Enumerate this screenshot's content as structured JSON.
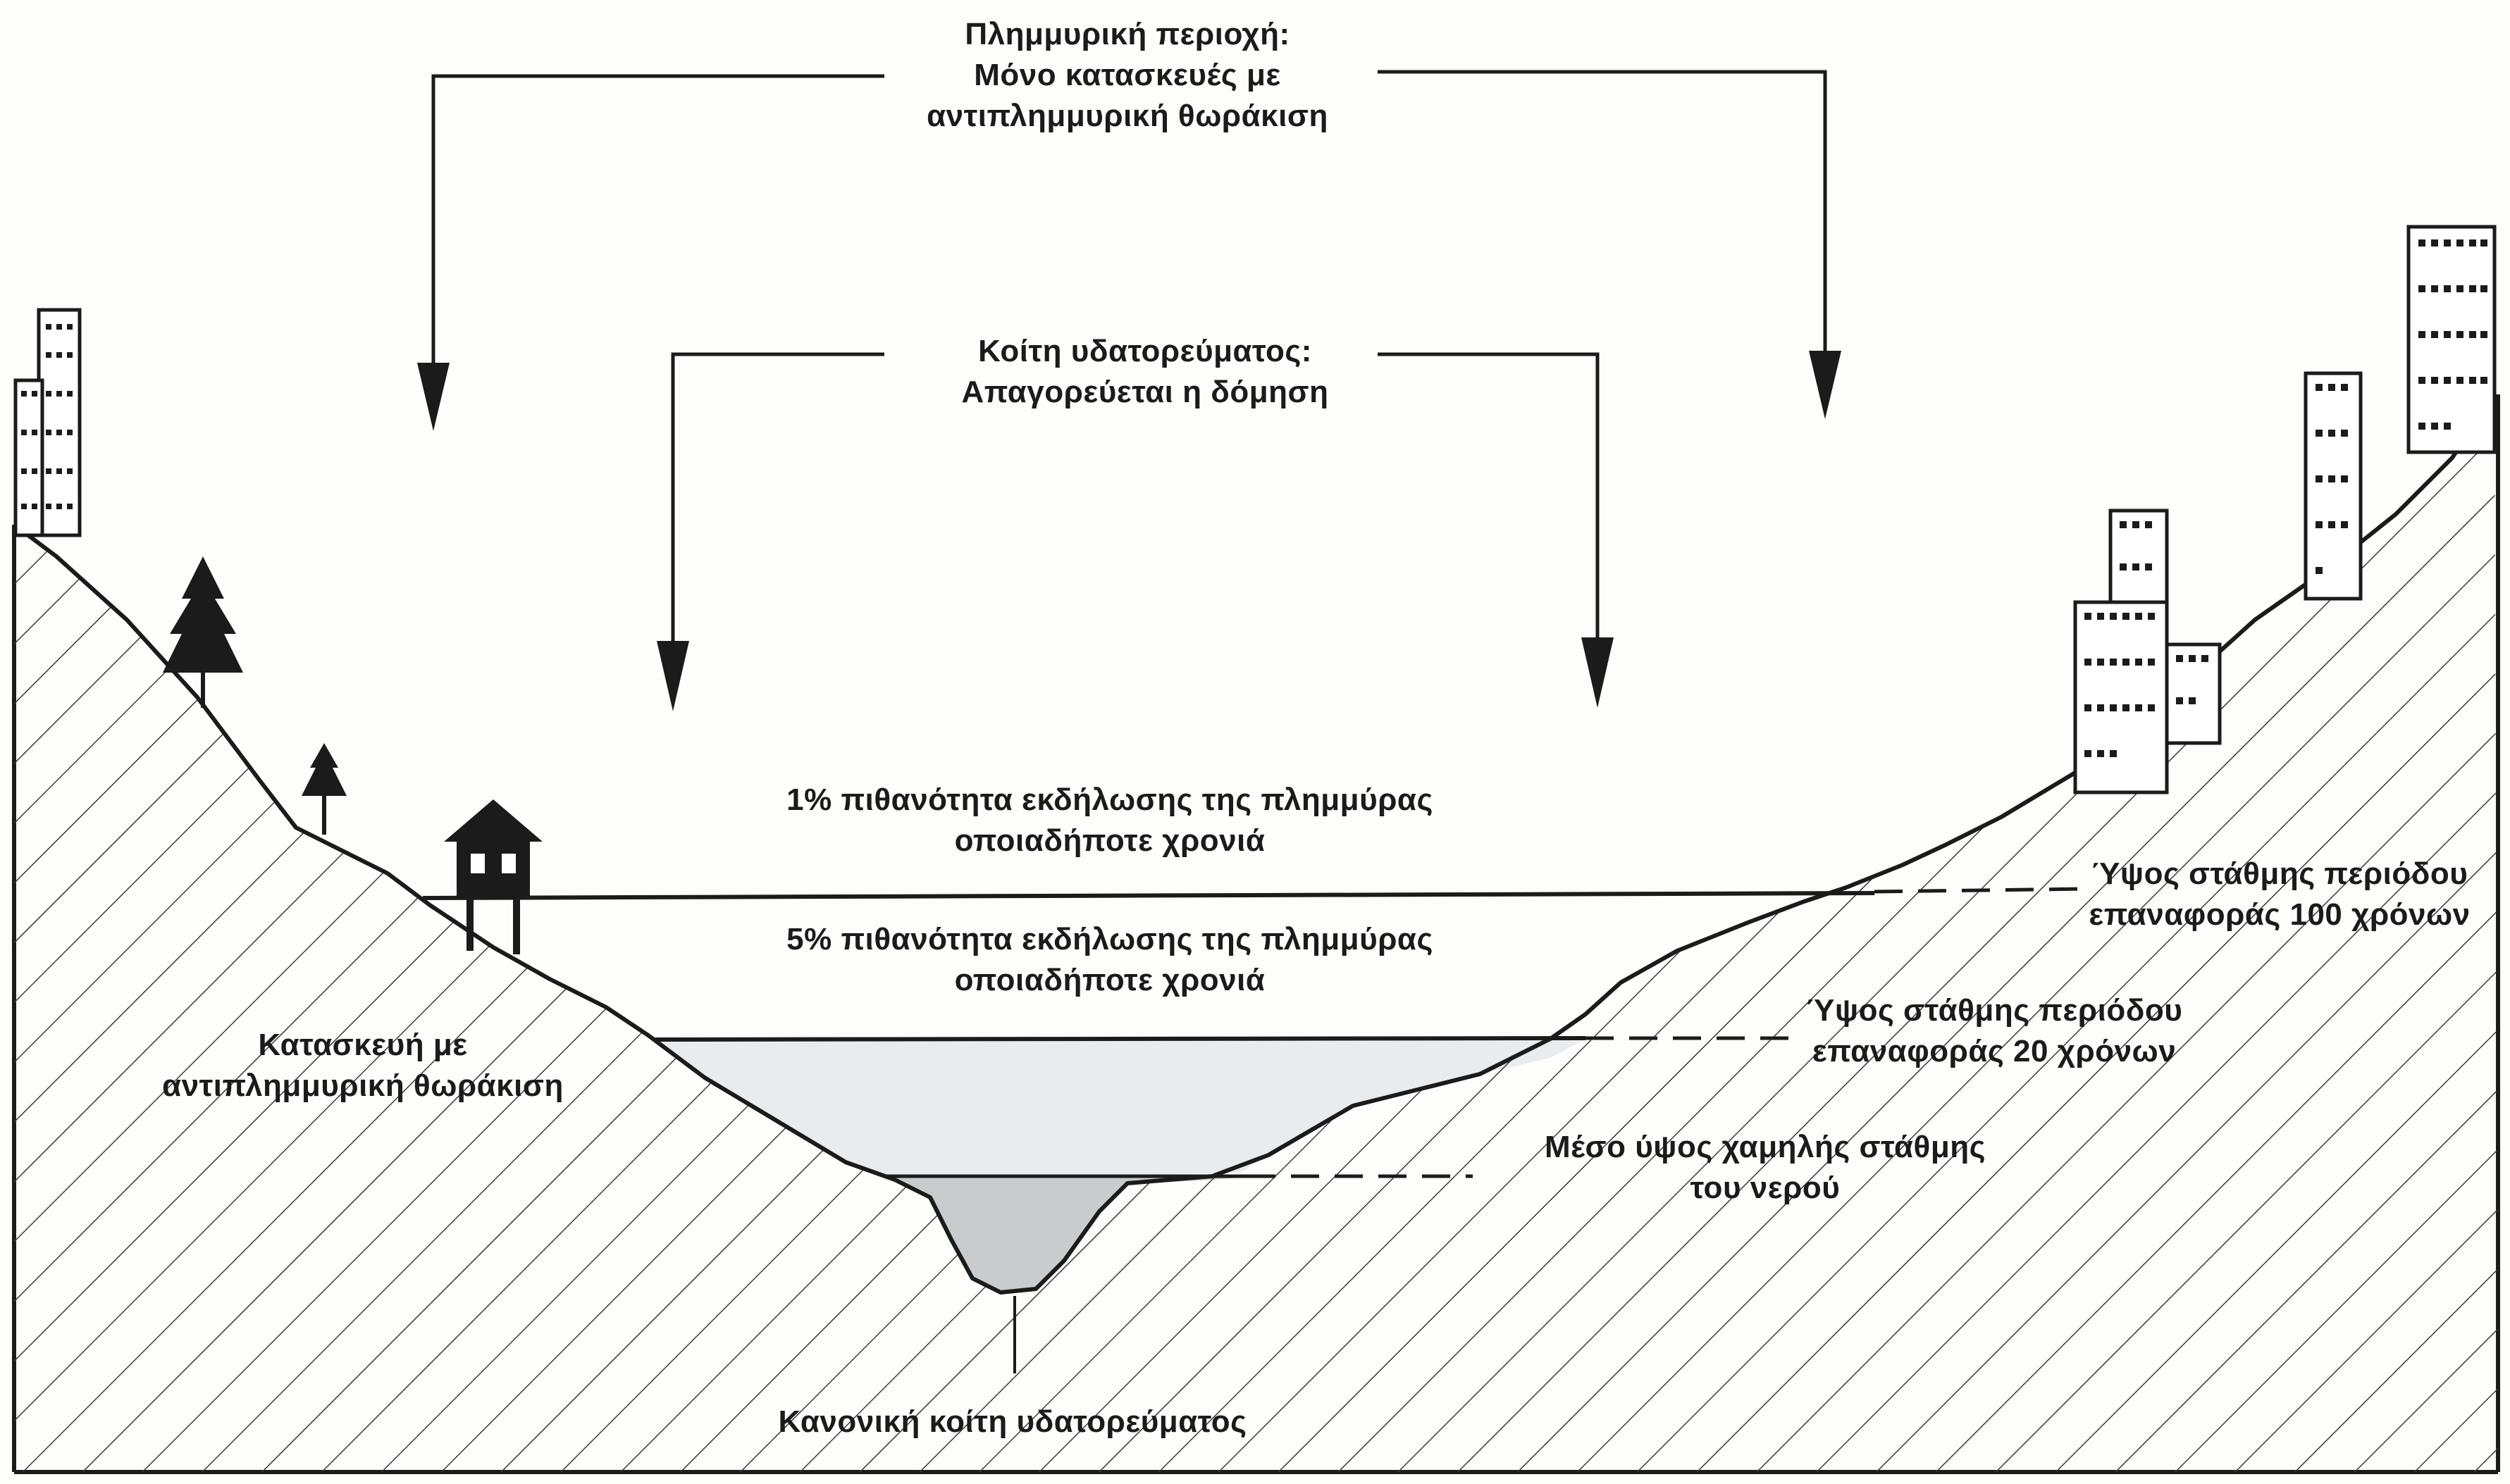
{
  "floodplain": {
    "line1": "Πλημμυρική περιοχή:",
    "line2": "Μόνο κατασκευές με",
    "line3": "αντιπλημμυρική θωράκιση"
  },
  "floodway": {
    "line1": "Κοίτη υδατορεύματος:",
    "line2": "Απαγορεύεται η δόμηση"
  },
  "flood_1pct": {
    "line1": "1% πιθανότητα εκδήλωσης της πλημμύρας",
    "line2": "οποιαδήποτε χρονιά"
  },
  "flood_5pct": {
    "line1": "5% πιθανότητα εκδήλωσης της πλημμύρας",
    "line2": "οποιαδήποτε χρονιά"
  },
  "structure": {
    "line1": "Κατασκευή με",
    "line2": "αντιπλημμυρική θωράκιση"
  },
  "level_100yr": {
    "line1": "Ύψος στάθμης περιόδου",
    "line2": "επαναφοράς 100 χρόνων"
  },
  "level_20yr": {
    "line1": "Ύψος στάθμης περιόδου",
    "line2": "επαναφοράς 20 χρόνων"
  },
  "low_water": {
    "line1": "Μέσο ύψος χαμηλής στάθμης",
    "line2": "του νερού"
  },
  "channel": {
    "label": "Κανονική κοίτη υδατορεύματος"
  },
  "colors": {
    "ink": "#1b1b1b",
    "hatch": "#3a3a3a",
    "water_light": "#e9ecee",
    "water_dark": "#c9cccd"
  }
}
